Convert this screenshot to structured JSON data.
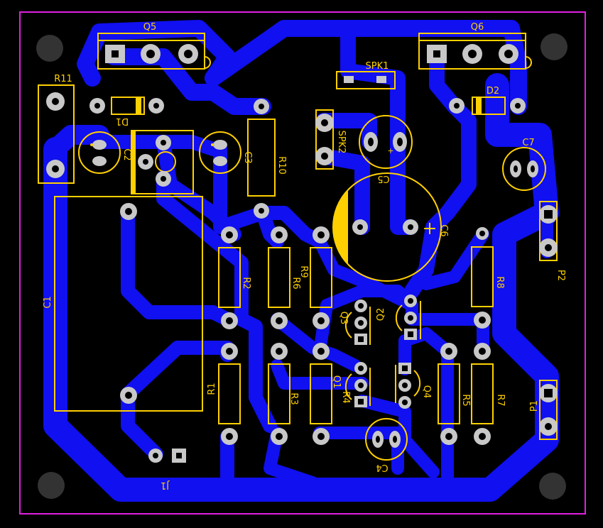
{
  "colors": {
    "background": "#000000",
    "outline": "#e020e0",
    "copper": "#1010f0",
    "silk": "#ffd000",
    "pad": "#c8c8c8",
    "hole": "#000000",
    "mount_hole": "#333333"
  },
  "labels": {
    "q5": "Q5",
    "q6": "Q6",
    "spk1": "SPK1",
    "spk2": "SPK2",
    "r11": "R11",
    "d1": "D1",
    "d2": "D2",
    "c2": "C2",
    "c3": "C3",
    "r10": "R10",
    "c5": "C5",
    "c7": "C7",
    "c6": "C6",
    "c1": "C1",
    "r2": "R2",
    "r6": "R6",
    "r9": "R9",
    "q3": "Q3",
    "q2": "Q2",
    "r8": "R8",
    "p2": "P2",
    "r1": "R1",
    "r3": "R3",
    "q1": "Q1",
    "r4": "R4",
    "q4": "Q4",
    "r5": "R5",
    "r7": "R7",
    "p1": "P1",
    "c4": "C4",
    "j1": "J1",
    "plus": "+"
  }
}
